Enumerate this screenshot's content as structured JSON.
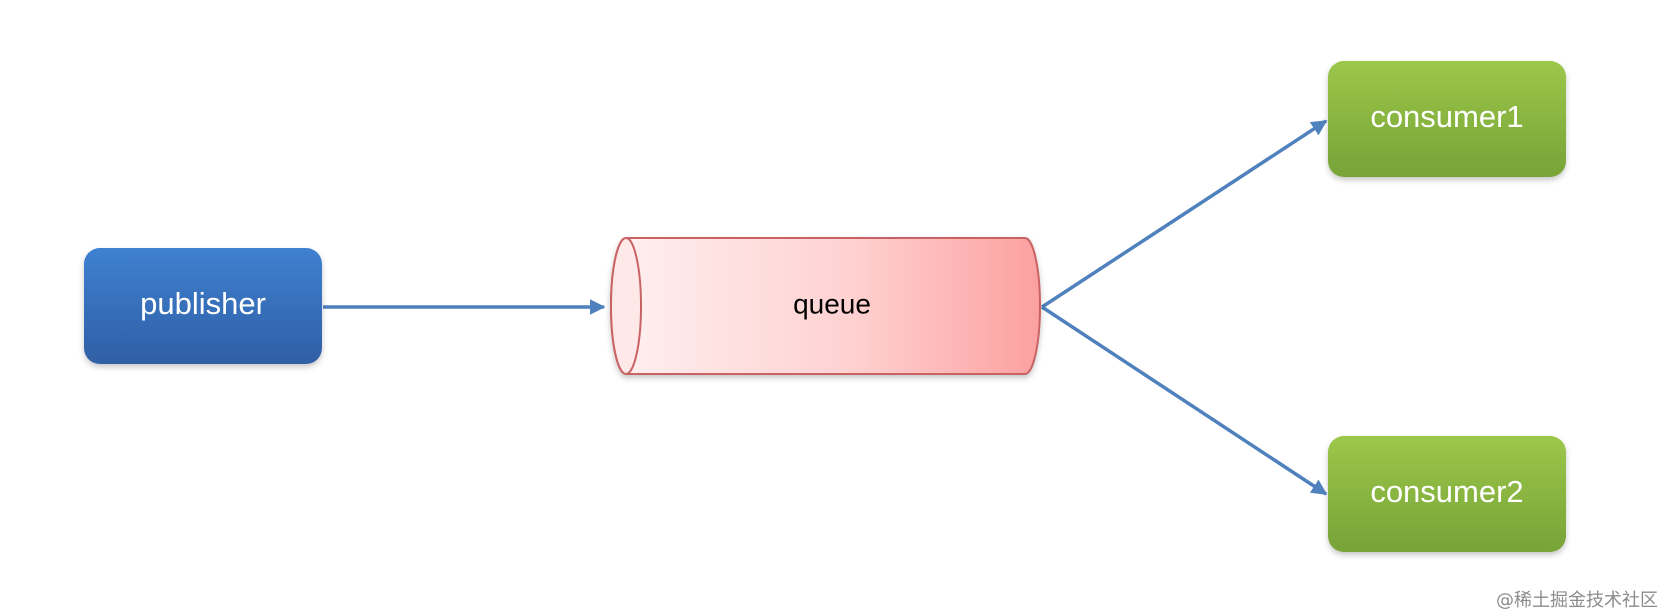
{
  "diagram": {
    "nodes": {
      "publisher": {
        "label": "publisher",
        "color": "#3a73bd"
      },
      "queue": {
        "label": "queue",
        "color": "#fca3a3"
      },
      "consumer1": {
        "label": "consumer1",
        "color": "#8cb84a"
      },
      "consumer2": {
        "label": "consumer2",
        "color": "#8cb84a"
      }
    },
    "edges": [
      {
        "from": "publisher",
        "to": "queue"
      },
      {
        "from": "queue",
        "to": "consumer1"
      },
      {
        "from": "queue",
        "to": "consumer2"
      }
    ],
    "arrow_color": "#4f81bd"
  },
  "watermark": {
    "text": "@稀土掘金技术社区"
  }
}
